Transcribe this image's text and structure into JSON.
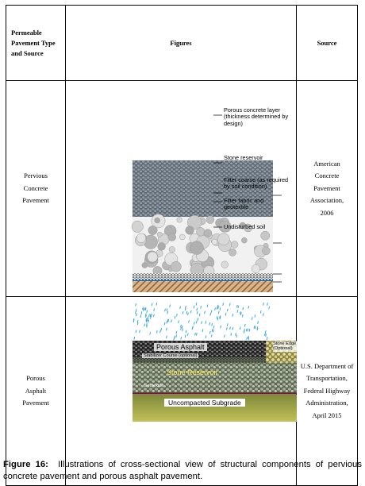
{
  "table": {
    "headers": [
      "Permeable Pavement Type and Source",
      "Figures",
      "Source"
    ],
    "rows": [
      {
        "type": "Pervious Concrete Pavement",
        "source": "American Concrete Pavement Association, 2006",
        "figure": {
          "labels": [
            "Porous concrete layer (thickness determined by design)",
            "Stone reservoir",
            "Filter coarse (as required by soil condition)",
            "Filter fabric and geotextile",
            "Undisturbed soil"
          ]
        }
      },
      {
        "type": "Porous Asphalt Pavement",
        "source": "U.S. Department of Transportation, Federal Highway Administration, April 2015",
        "figure": {
          "labels": {
            "porous_asphalt": "Porous Asphalt",
            "stone_edge": "Stone Edge (Optional)",
            "stabilizer": "Stabilizer Course (optional)",
            "stone_reservoir": "Stone Reservoir",
            "geotextile": "Geotextile",
            "subgrade": "Uncompacted Subgrade"
          }
        }
      }
    ]
  },
  "caption": {
    "label": "Figure 16:",
    "text": "Illustrations of cross-sectional view of structural components of pervious concrete pavement and porous asphalt pavement."
  },
  "colors": {
    "porous_concrete": "#6b7580",
    "stone_reservoir": "#d9d9d9",
    "soil": "#c9a57e",
    "geotextile_line": "#1d6fb8",
    "rain": "#3aa8d8",
    "asphalt": "#2a2a2a",
    "stone_edge": "#b8b06a",
    "stone_reservoir_asphalt": "#7d8a6a",
    "subgrade": "#a6a83a",
    "geotextile_asphalt": "#6a1f2a"
  }
}
